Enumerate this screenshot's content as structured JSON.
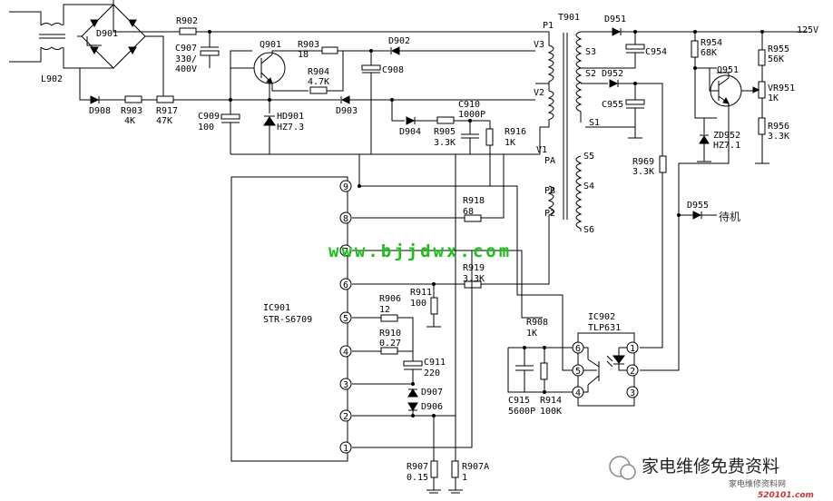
{
  "labels": {
    "L902": "L902",
    "D901": "D901",
    "R902": "R902",
    "C907": "C907",
    "C907_v1": "330/",
    "C907_v2": "400V",
    "Q901": "Q901",
    "R903top": "R903",
    "R903top_v": "18",
    "R904": "R904",
    "R904_v": "4.7K",
    "D902": "D902",
    "C908": "C908",
    "T901": "T901",
    "P1": "P1",
    "V3": "V3",
    "V2": "V2",
    "V1": "V1",
    "PA": "PA",
    "PB": "PB",
    "P2": "P2",
    "S1": "S1",
    "S2": "S2",
    "S3": "S3",
    "S4": "S4",
    "S5": "S5",
    "S6": "S6",
    "D951": "D951",
    "v125": "125V",
    "C954": "C954",
    "D952": "D952",
    "C955": "C955",
    "R954": "R954",
    "R954_v": "68K",
    "Q951": "Q951",
    "R955": "R955",
    "R955_v": "56K",
    "VR951": "VR951",
    "VR951_v": "1K",
    "R956": "R956",
    "R956_v": "3.3K",
    "ZD952": "ZD952",
    "ZD952_v": "HZ7.1",
    "R969": "R969",
    "R969_v": "3.3K",
    "D955": "D955",
    "standby": "待机",
    "D908": "D908",
    "R903": "R903",
    "R903_v": "4K",
    "R917": "R917",
    "R917_v": "47K",
    "C909": "C909",
    "C909_v": "100",
    "HD901": "HD901",
    "HD901_v": "HZ7.3",
    "D903": "D903",
    "D904": "D904",
    "C910": "C910",
    "C910_v": "1000P",
    "R905": "R905",
    "R905_v": "3.3K",
    "R916": "R916",
    "R916_v": "1K",
    "R918": "R918",
    "R918_v": "68",
    "R919": "R919",
    "R919_v": "3.3K",
    "R911": "R911",
    "R911_v": "100",
    "R906": "R906",
    "R906_v": "12",
    "R910": "R910",
    "R910_v": "0.27",
    "C911": "C911",
    "C911_v": "220",
    "D907": "D907",
    "D906": "D906",
    "IC901": "IC901",
    "IC901_part": "STR-S6709",
    "R907": "R907",
    "R907_v": "0.15",
    "R907A": "R907A",
    "R907A_v": "1",
    "R908": "R908",
    "R908_v": "1K",
    "C915": "C915",
    "C915_v": "5600P",
    "R914": "R914",
    "R914_v": "100K",
    "IC902": "IC902",
    "IC902_part": "TLP631"
  },
  "ic901_pins": [
    "9",
    "8",
    "7",
    "6",
    "5",
    "4",
    "3",
    "2",
    "1"
  ],
  "ic902_pins": [
    "6",
    "5",
    "4",
    "1",
    "2",
    "3"
  ],
  "watermark": "www.bjjdwx.com",
  "footer": {
    "title": "家电维修免费资料",
    "sub": "家电维修资料网",
    "site": "520101.com"
  }
}
